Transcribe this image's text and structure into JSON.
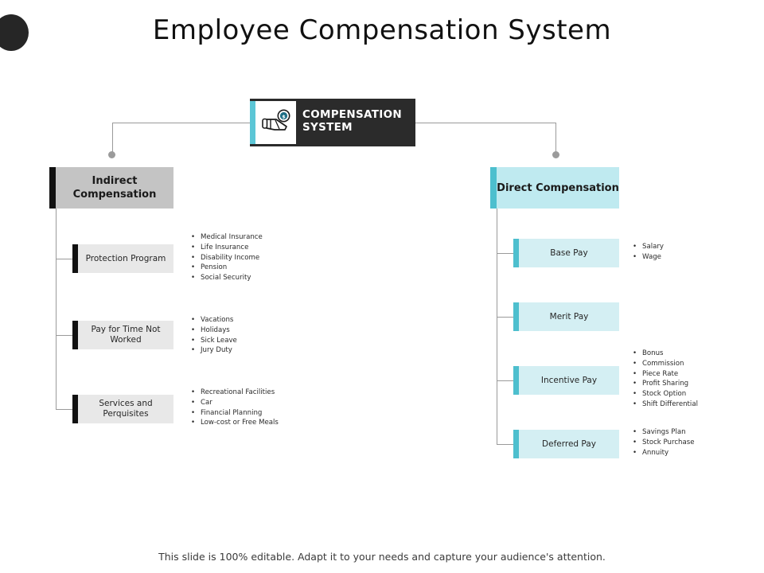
{
  "slide": {
    "title": "Employee Compensation System",
    "footer_note": "This slide is 100% editable. Adapt it to your needs and capture your audience's attention."
  },
  "colors": {
    "dark": "#2b2b2b",
    "accent_cyan": "#4dbfce",
    "light_cyan": "#d4eff3",
    "header_cyan": "#bfeaf0",
    "gray_header": "#c4c4c4",
    "gray_box": "#e8e8e8",
    "connector": "#9a9a9a",
    "black_accent": "#111111"
  },
  "center_node": {
    "label": "COMPENSATION SYSTEM",
    "icon": "money-in-hand-icon"
  },
  "branches": [
    {
      "id": "indirect",
      "label": "Indirect Compensation",
      "items": [
        {
          "label": "Protection Program",
          "bullets": [
            "Medical Insurance",
            "Life Insurance",
            "Disability Income",
            "Pension",
            "Social Security"
          ]
        },
        {
          "label": "Pay for Time Not Worked",
          "bullets": [
            "Vacations",
            "Holidays",
            "Sick Leave",
            "Jury Duty"
          ]
        },
        {
          "label": "Services and Perquisites",
          "bullets": [
            "Recreational Facilities",
            "Car",
            "Financial Planning",
            "Low-cost or Free Meals"
          ]
        }
      ]
    },
    {
      "id": "direct",
      "label": "Direct Compensation",
      "items": [
        {
          "label": "Base Pay",
          "bullets": [
            "Salary",
            "Wage"
          ]
        },
        {
          "label": "Merit Pay",
          "bullets": []
        },
        {
          "label": "Incentive Pay",
          "bullets": [
            "Bonus",
            "Commission",
            "Piece Rate",
            "Profit Sharing",
            "Stock Option",
            "Shift Differential"
          ]
        },
        {
          "label": "Deferred Pay",
          "bullets": [
            "Savings Plan",
            "Stock Purchase",
            "Annuity"
          ]
        }
      ]
    }
  ]
}
